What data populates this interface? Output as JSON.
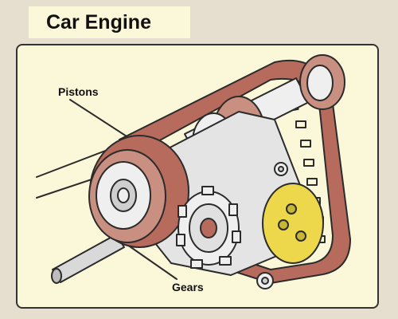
{
  "title": "Car Engine",
  "labels": {
    "pistons": "Pistons",
    "gears": "Gears"
  },
  "side_id": "1727023483",
  "colors": {
    "background": "#e6dfcf",
    "panel": "#fbf7d9",
    "outline": "#2b2b2b",
    "belt_red": "#b76b5c",
    "pulley_rose": "#c98f80",
    "metal_light": "#efefef",
    "metal_grey": "#cfcfcf",
    "cam_yellow": "#ecd84a"
  },
  "icons": [
    "engine-illustration",
    "timing-belt",
    "crank-pulley",
    "cam-gear",
    "camshaft",
    "drive-rod"
  ]
}
